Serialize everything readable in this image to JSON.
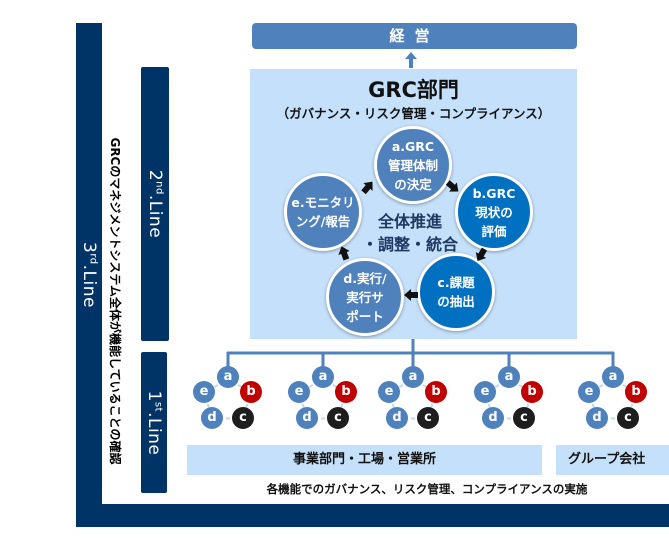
{
  "management": {
    "label": "経営"
  },
  "lines": {
    "third": {
      "num": "3",
      "sup": "rd",
      "suffix": ".Line"
    },
    "second": {
      "num": "2",
      "sup": "nd",
      "suffix": ".Line"
    },
    "first": {
      "num": "1",
      "sup": "st",
      "suffix": ".Line"
    }
  },
  "third_line_note": "GRCのマネジメントシステム全体が機能していることの確認",
  "grc_department": {
    "title": "GRC部門",
    "subtitle": "（ガバナンス・リスク管理・コンプライアンス）",
    "center_line1": "全体推進",
    "center_line2": "・調整・統合",
    "cycle": [
      {
        "id": "a",
        "lines": [
          "a.GRC",
          "管理体制",
          "の決定"
        ],
        "color": "#4f81bd"
      },
      {
        "id": "b",
        "lines": [
          "b.GRC",
          "現状の",
          "評価"
        ],
        "color": "#0070c0"
      },
      {
        "id": "c",
        "lines": [
          "c.課題",
          "の抽出"
        ],
        "color": "#0070c0"
      },
      {
        "id": "d",
        "lines": [
          "d.実行/",
          "実行サ",
          "ポート"
        ],
        "color": "#4f81bd"
      },
      {
        "id": "e",
        "lines": [
          "e.モニタリ",
          "ング/報告"
        ],
        "color": "#4f81bd"
      }
    ]
  },
  "unit_cycle": {
    "nodes": [
      {
        "label": "a",
        "color": "#4f81bd"
      },
      {
        "label": "b",
        "color": "#c00000"
      },
      {
        "label": "c",
        "color": "#1e1e1e"
      },
      {
        "label": "d",
        "color": "#4f81bd"
      },
      {
        "label": "e",
        "color": "#4f81bd"
      }
    ],
    "group_count": 5
  },
  "first_line": {
    "business_units": "事業部門・工場・営業所",
    "group_companies": "グループ会社",
    "implementation": "各機能でのガバナンス、リスク管理、コンプライアンスの実施"
  },
  "colors": {
    "navy": "#003366",
    "light_blue": "#c5e0fa",
    "mid_blue": "#4f81bd",
    "dark_blue": "#0070c0",
    "red": "#c00000",
    "text_navy": "#1f3864"
  }
}
